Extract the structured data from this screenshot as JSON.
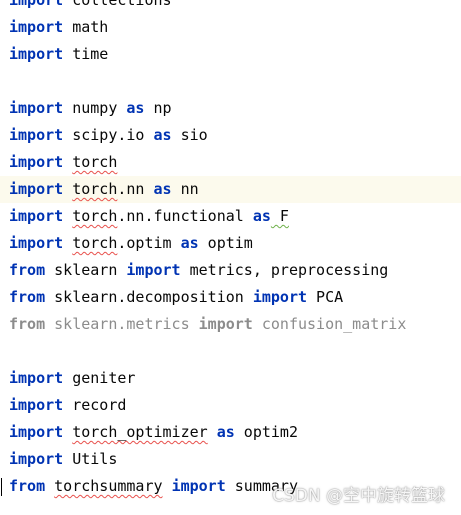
{
  "colors": {
    "keyword": "#0033b3",
    "text": "#080808",
    "dim": "#8c8c8c",
    "current_line": "#fcfaed",
    "background": "#ffffff",
    "error_squiggle": "#e8514d",
    "typo_squiggle": "#6fb14a"
  },
  "editor": {
    "current_line_index": 7,
    "caret_line_index": 18,
    "lines": [
      [
        {
          "t": "import",
          "k": "kw"
        },
        {
          "t": " collections",
          "k": "plain"
        }
      ],
      [
        {
          "t": "import",
          "k": "kw"
        },
        {
          "t": " math",
          "k": "plain"
        }
      ],
      [
        {
          "t": "import",
          "k": "kw"
        },
        {
          "t": " time",
          "k": "plain"
        }
      ],
      [],
      [
        {
          "t": "import",
          "k": "kw"
        },
        {
          "t": " numpy ",
          "k": "plain"
        },
        {
          "t": "as",
          "k": "kw"
        },
        {
          "t": " np",
          "k": "plain"
        }
      ],
      [
        {
          "t": "import",
          "k": "kw"
        },
        {
          "t": " scipy.io ",
          "k": "plain"
        },
        {
          "t": "as",
          "k": "kw"
        },
        {
          "t": " sio",
          "k": "plain"
        }
      ],
      [
        {
          "t": "import",
          "k": "kw"
        },
        {
          "t": " ",
          "k": "plain"
        },
        {
          "t": "torch",
          "k": "plain",
          "u": "squiggle"
        }
      ],
      [
        {
          "t": "import",
          "k": "kw"
        },
        {
          "t": " ",
          "k": "plain"
        },
        {
          "t": "torch",
          "k": "plain",
          "u": "squiggle"
        },
        {
          "t": ".nn ",
          "k": "plain"
        },
        {
          "t": "as",
          "k": "kw"
        },
        {
          "t": " nn",
          "k": "plain"
        }
      ],
      [
        {
          "t": "import",
          "k": "kw"
        },
        {
          "t": " ",
          "k": "plain"
        },
        {
          "t": "torch",
          "k": "plain",
          "u": "squiggle"
        },
        {
          "t": ".nn.functional ",
          "k": "plain"
        },
        {
          "t": "as",
          "k": "kw"
        },
        {
          "t": " F",
          "k": "plain",
          "u": "typo"
        }
      ],
      [
        {
          "t": "import",
          "k": "kw"
        },
        {
          "t": " ",
          "k": "plain"
        },
        {
          "t": "torch",
          "k": "plain",
          "u": "squiggle"
        },
        {
          "t": ".optim ",
          "k": "plain"
        },
        {
          "t": "as",
          "k": "kw"
        },
        {
          "t": " optim",
          "k": "plain"
        }
      ],
      [
        {
          "t": "from",
          "k": "kw"
        },
        {
          "t": " sklearn ",
          "k": "plain"
        },
        {
          "t": "import",
          "k": "kw"
        },
        {
          "t": " metrics, preprocessing",
          "k": "plain"
        }
      ],
      [
        {
          "t": "from",
          "k": "kw"
        },
        {
          "t": " sklearn.decomposition ",
          "k": "plain"
        },
        {
          "t": "import",
          "k": "kw"
        },
        {
          "t": " PCA",
          "k": "plain"
        }
      ],
      [
        {
          "t": "from",
          "k": "kw"
        },
        {
          "t": " sklearn.metrics ",
          "k": "plain"
        },
        {
          "t": "import",
          "k": "kw"
        },
        {
          "t": " confusion_matrix",
          "k": "plain"
        }
      ],
      [],
      [
        {
          "t": "import",
          "k": "kw"
        },
        {
          "t": " geniter",
          "k": "plain"
        }
      ],
      [
        {
          "t": "import",
          "k": "kw"
        },
        {
          "t": " record",
          "k": "plain"
        }
      ],
      [
        {
          "t": "import",
          "k": "kw"
        },
        {
          "t": " ",
          "k": "plain"
        },
        {
          "t": "torch_optimizer",
          "k": "plain",
          "u": "squiggle"
        },
        {
          "t": " ",
          "k": "plain"
        },
        {
          "t": "as",
          "k": "kw"
        },
        {
          "t": " optim2",
          "k": "plain"
        }
      ],
      [
        {
          "t": "import",
          "k": "kw"
        },
        {
          "t": " Utils",
          "k": "plain"
        }
      ],
      [
        {
          "t": "from",
          "k": "kw"
        },
        {
          "t": " ",
          "k": "plain"
        },
        {
          "t": "torchsummary",
          "k": "plain",
          "u": "squiggle"
        },
        {
          "t": " ",
          "k": "plain"
        },
        {
          "t": "import",
          "k": "kw"
        },
        {
          "t": " summary",
          "k": "plain"
        }
      ]
    ],
    "dim_lines": [
      12
    ]
  },
  "watermark": {
    "text": "CSDN @空中旋转篮球"
  }
}
